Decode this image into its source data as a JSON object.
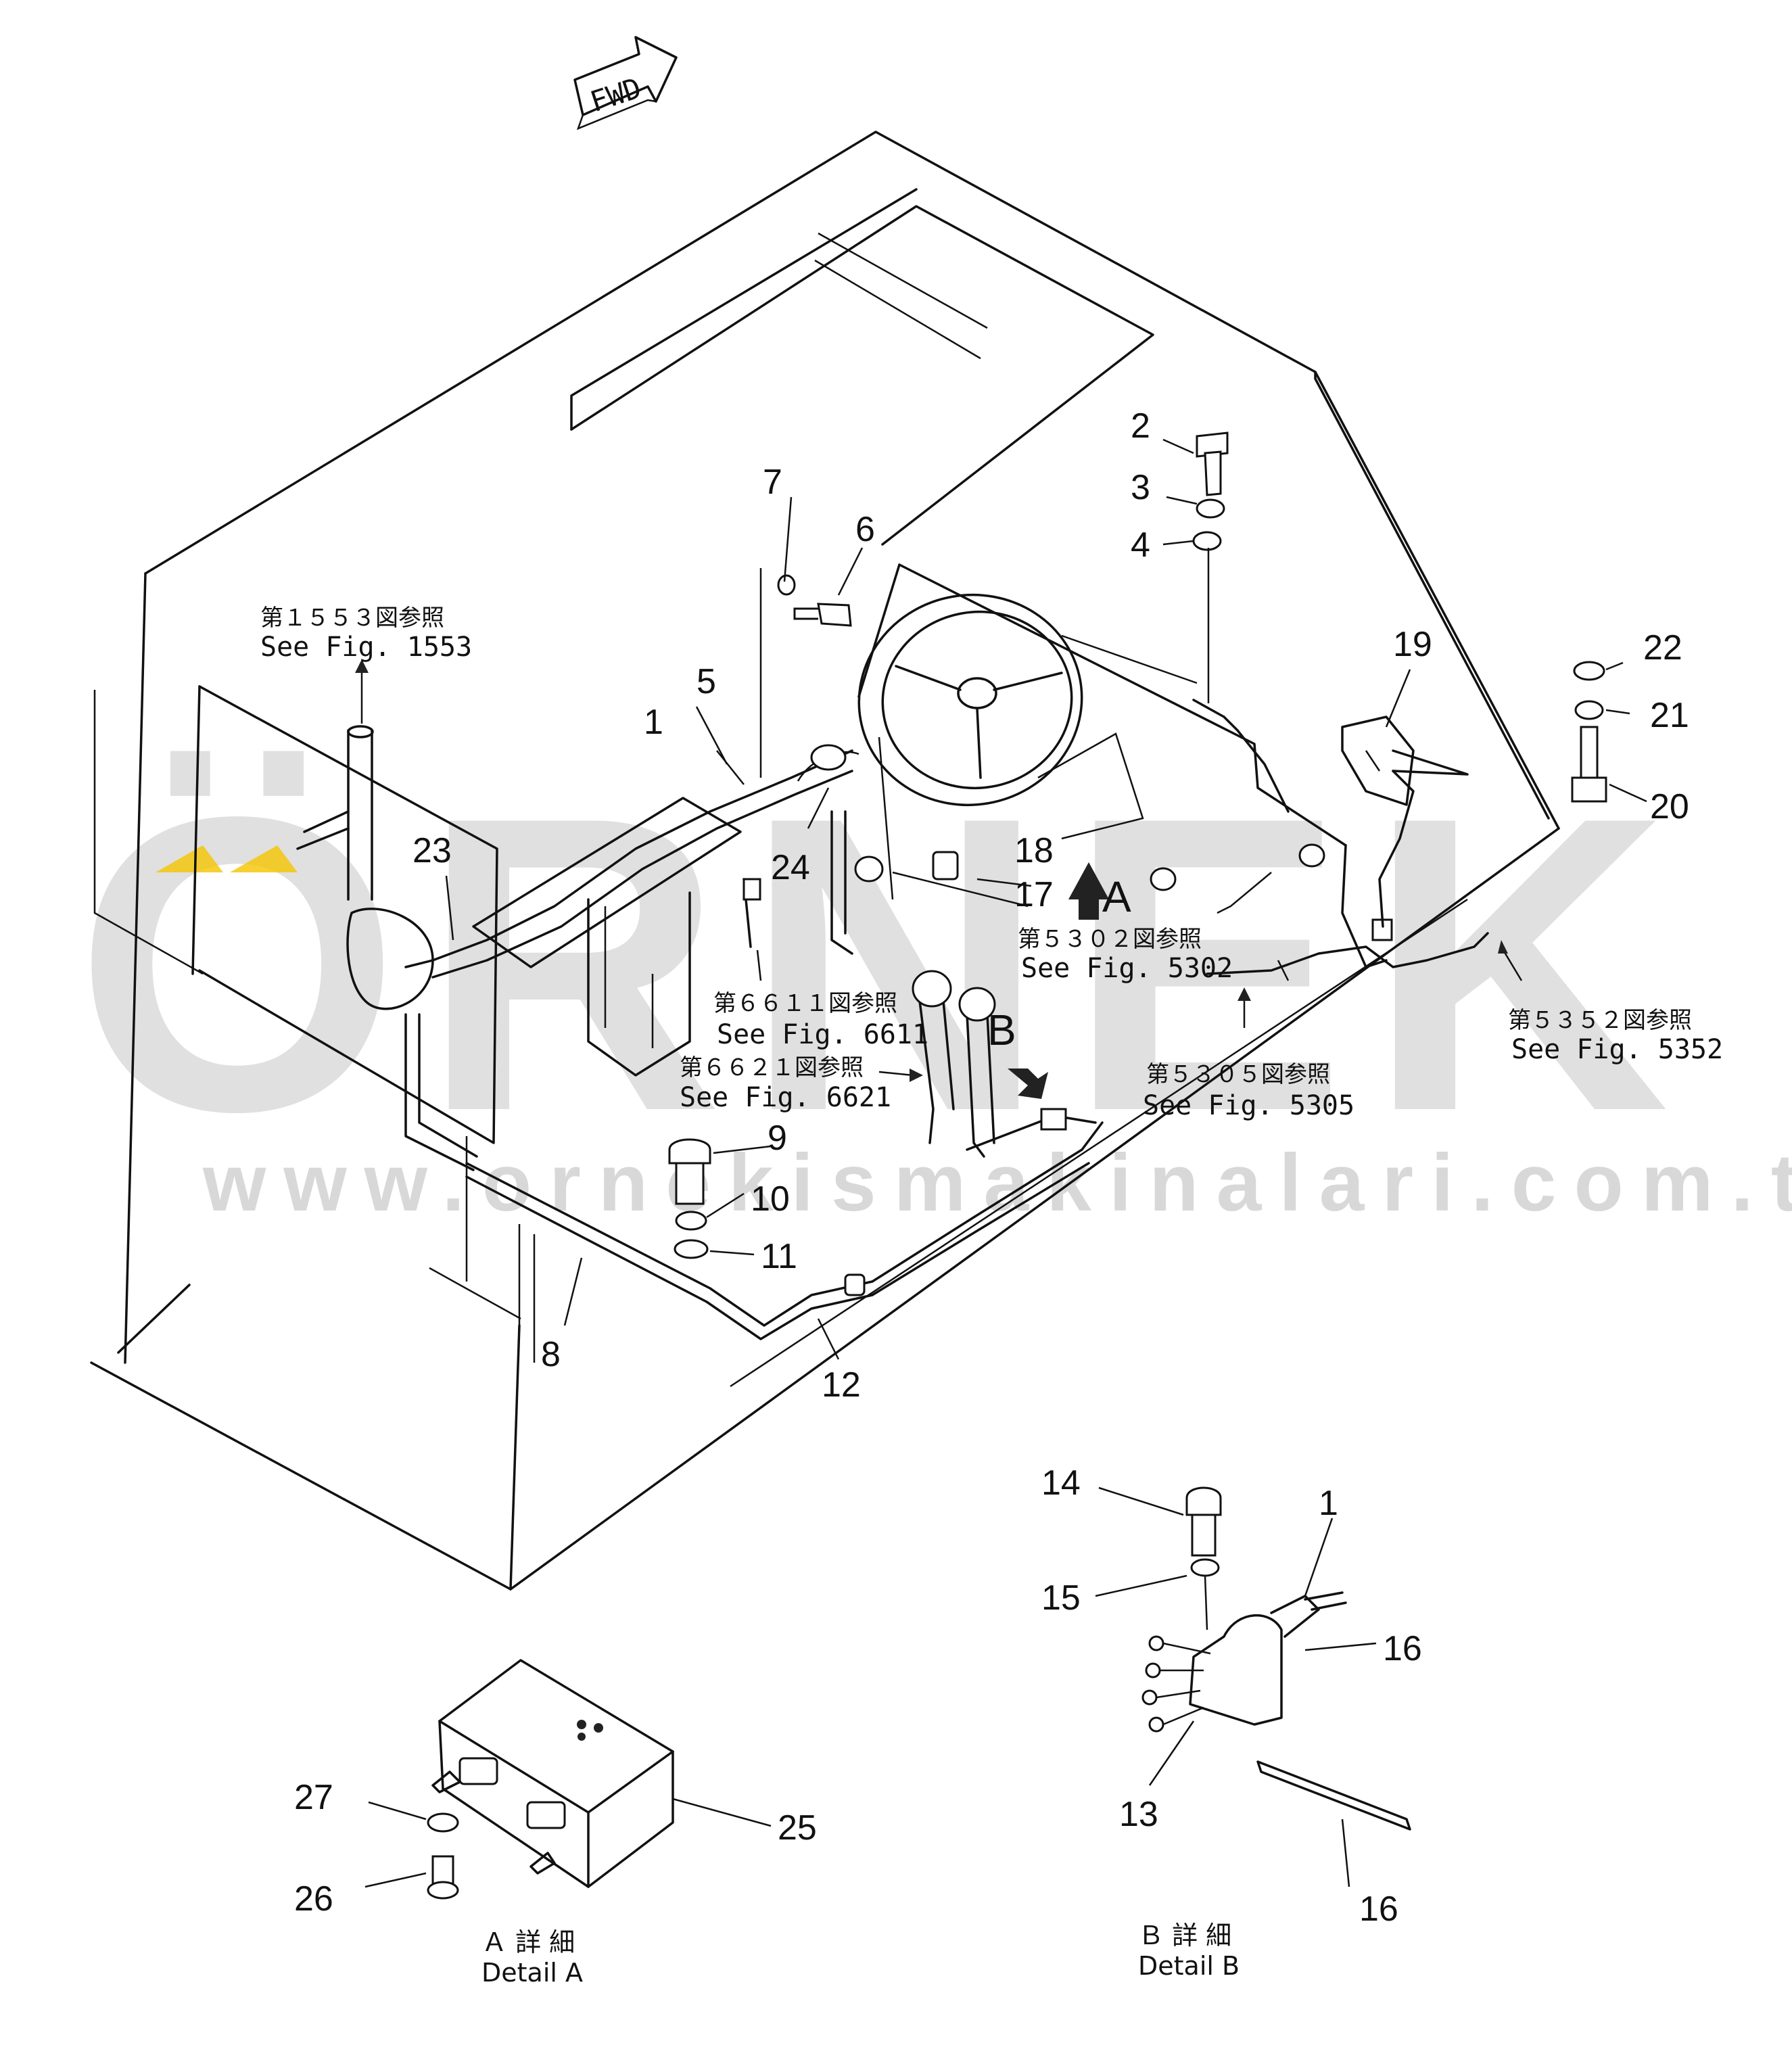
{
  "watermark": {
    "brand": "ÖRNEK",
    "url": "www.ornekismakinalari.com.tr",
    "accent_color": "#f5c400"
  },
  "direction_label": "FWD",
  "callouts": [
    "1",
    "2",
    "3",
    "4",
    "5",
    "6",
    "7",
    "8",
    "9",
    "10",
    "11",
    "12",
    "13",
    "14",
    "15",
    "16",
    "17",
    "18",
    "19",
    "20",
    "21",
    "22",
    "23",
    "24",
    "25",
    "26",
    "27",
    "1",
    "16"
  ],
  "view_markers": {
    "a": "A",
    "b": "B"
  },
  "references": [
    {
      "jp": "第１５５３図参照",
      "en": "See Fig. 1553"
    },
    {
      "jp": "第６６１１図参照",
      "en": "See Fig. 6611"
    },
    {
      "jp": "第６６２１図参照",
      "en": "See Fig. 6621"
    },
    {
      "jp": "第５３０２図参照",
      "en": "See Fig. 5302"
    },
    {
      "jp": "第５３０５図参照",
      "en": "See Fig. 5305"
    },
    {
      "jp": "第５３５２図参照",
      "en": "See Fig. 5352"
    }
  ],
  "details": [
    {
      "jp": "Ａ 詳 細",
      "en": "Detail A"
    },
    {
      "jp": "Ｂ 詳 細",
      "en": "Detail B"
    }
  ]
}
